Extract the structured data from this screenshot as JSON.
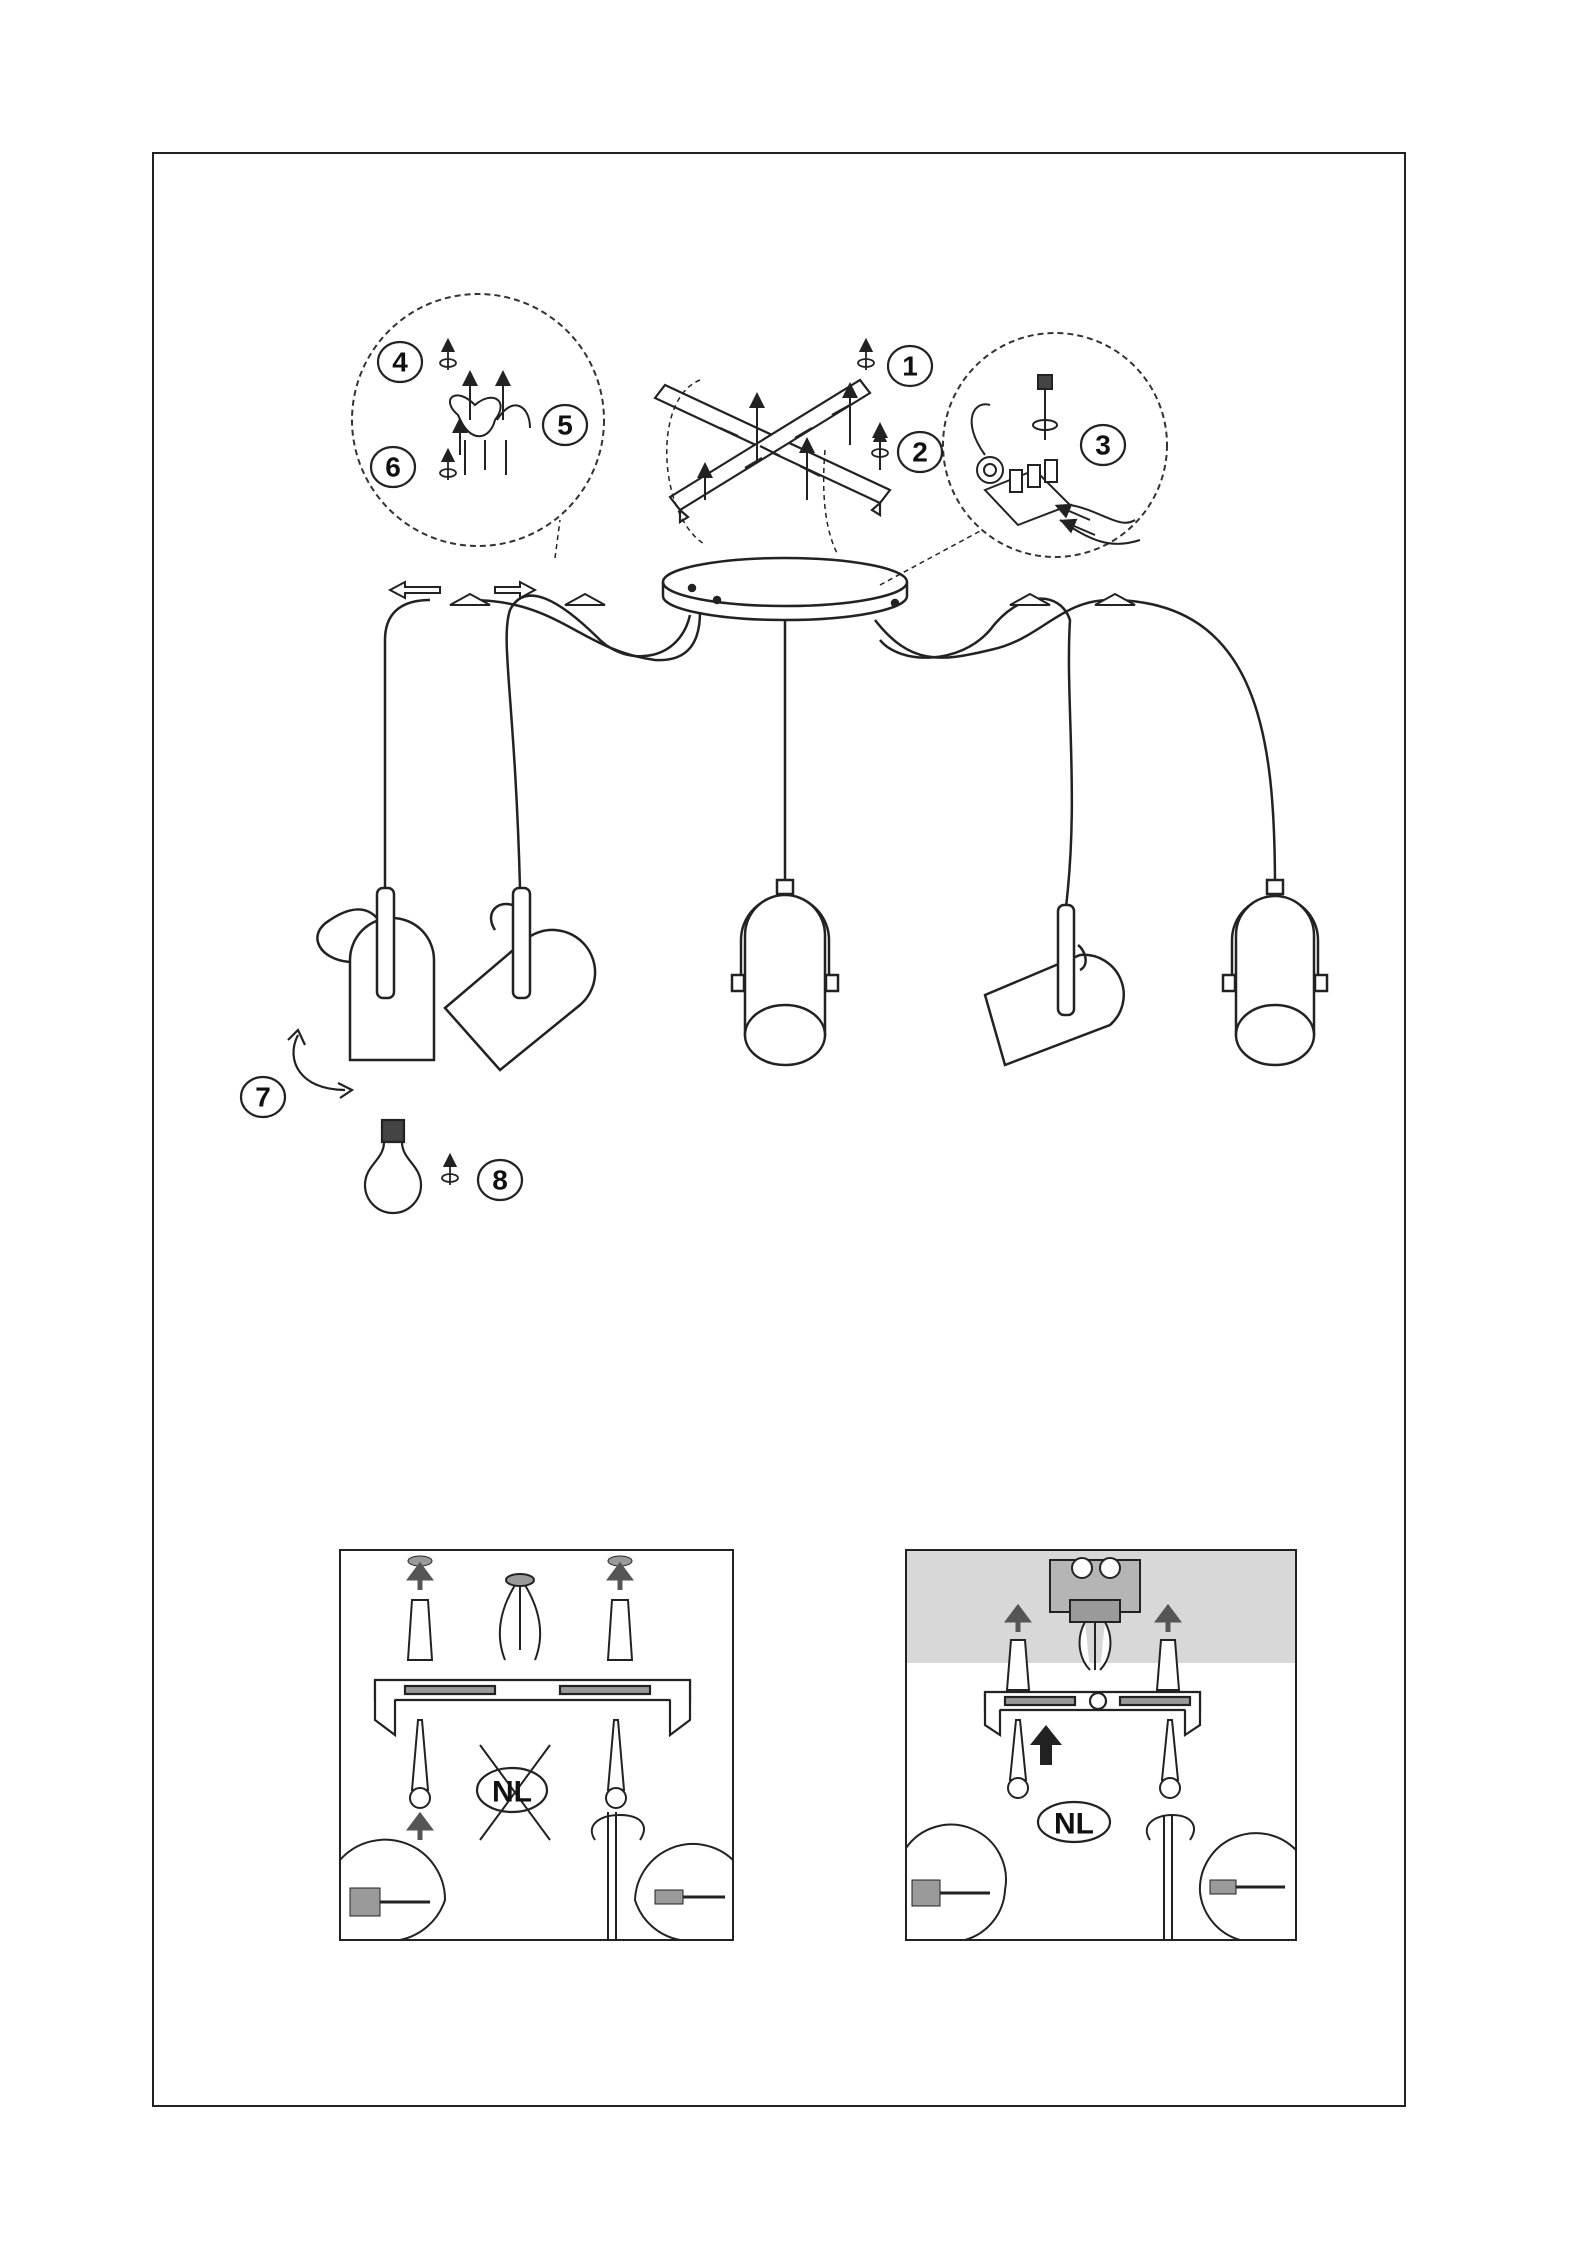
{
  "colors": {
    "line": "#222222",
    "light_line": "#555555",
    "ceiling_gray": "#d8d8d8",
    "part_gray": "#9a9a9a",
    "white": "#ffffff"
  },
  "steps": [
    "1",
    "2",
    "3",
    "4",
    "5",
    "6",
    "7",
    "8"
  ],
  "left_install": {
    "region_code": "NL",
    "crossed_out": true,
    "icons": [
      "drill-icon",
      "screwdriver-icon",
      "wall-plug-icon",
      "screw-icon",
      "mounting-bracket-icon"
    ]
  },
  "right_install": {
    "region_code": "NL",
    "crossed_out": false,
    "icons": [
      "junction-box-icon",
      "drill-icon",
      "screwdriver-icon",
      "wall-plug-icon",
      "screw-icon",
      "mounting-bracket-icon"
    ]
  }
}
